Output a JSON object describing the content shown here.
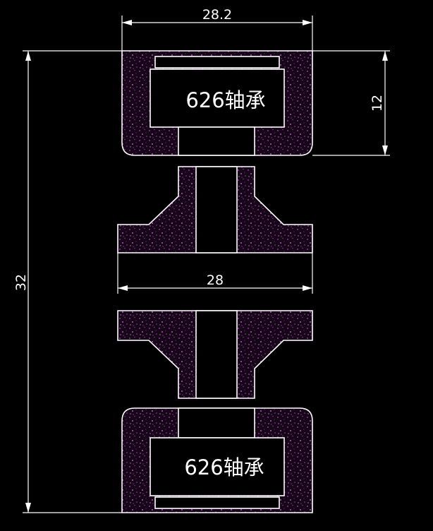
{
  "dimensions": {
    "top_width": "28.2",
    "height_right": "12",
    "total_height": "32",
    "middle_width": "28"
  },
  "labels": {
    "top_bearing": "626轴承",
    "bottom_bearing": "626轴承"
  },
  "colors": {
    "background": "#000000",
    "line": "#ffffff",
    "hatch_pattern": "#9b2fa3"
  }
}
